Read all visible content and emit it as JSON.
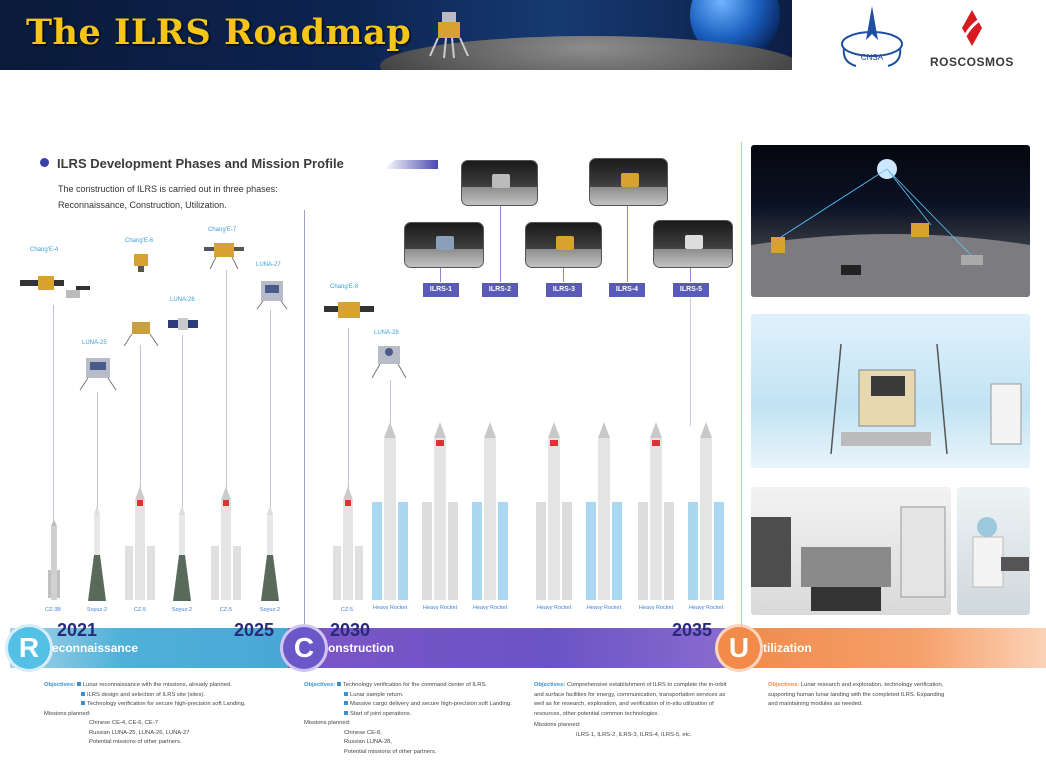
{
  "header": {
    "title": "The ILRS Roadmap",
    "roscosmos_label": "ROSCOSMOS",
    "cnsa_label": "CNSA"
  },
  "section": {
    "heading": "ILRS Development Phases and Mission Profile",
    "intro_line1": "The construction of ILRS is carried out in three phases:",
    "intro_line2": "Reconnaissance, Construction, Utilization."
  },
  "phase1_crafts": [
    "Chang'E-4",
    "Chang'E-6",
    "Chang'E-7",
    "LUNA-27",
    "LUNA-26",
    "LUNA-25"
  ],
  "phase1_rockets": [
    "CZ-3B",
    "Soyuz-2",
    "CZ-5",
    "Soyuz-2",
    "CZ-5",
    "Soyuz-2"
  ],
  "phase2_crafts": [
    "Chang'E-8",
    "LUNA-28"
  ],
  "phase2_rockets": [
    "CZ-5",
    "Heavy Rocket",
    "Heavy Rocket",
    "Heavy Rocket",
    "Heavy Rocket",
    "Heavy Rocket",
    "Heavy Rocket",
    "Heavy Rocket"
  ],
  "ilrs_missions": [
    "ILRS-1",
    "ILRS-2",
    "ILRS-3",
    "ILRS-4",
    "ILRS-5"
  ],
  "timeline": {
    "years": [
      "2021",
      "2025",
      "2030",
      "2035"
    ],
    "phases": [
      {
        "letter": "R",
        "label": "econnaissance",
        "color": "#4aa7d6"
      },
      {
        "letter": "C",
        "label": "onstruction",
        "color": "#6a54c4"
      },
      {
        "letter": "U",
        "label": "tilization",
        "color": "#f08a4b"
      }
    ]
  },
  "reconnaissance": {
    "objectives_label": "Objectives:",
    "objectives": [
      "Lunar reconnaissance with the missions, already planned.",
      "ILRS design and selection of ILRS site (sites).",
      "Technology verification for secure high-precision soft Landing."
    ],
    "missions_label": "Missions planned:",
    "missions": [
      "Chinese CE-4, CE-6, CE-7",
      "Russian LUNA-25, LUNA-26, LUNA-27",
      "Potential missions of other partners."
    ]
  },
  "construction": {
    "objectives_label": "Objectives:",
    "objectives": [
      "Technology verification for the command center of ILRS.",
      "Lunar sample return.",
      "Massive cargo delivery and secure high-precision soft Landing.",
      "Start of joint operations."
    ],
    "missions_label": "Missions planned:",
    "missions": [
      "Chinese CE-8,",
      "Russian LUNA-28,",
      "Potential missions of other partners."
    ]
  },
  "construction2": {
    "objectives_label": "Objectives:",
    "objectives_text": "Comprehensive establishment of ILRS to complete the in-orbit and surface facilities for energy, communication, transportation services as well as for research, exploration, and verification of in-situ utilization of resources, other potential common technologies.",
    "missions_label": "Missions planned:",
    "missions": "ILRS-1, ILRS-2, ILRS-3, ILRS-4, ILRS-5, etc."
  },
  "utilization": {
    "objectives_label": "Objectives:",
    "objectives_text": "Lunar research and exploration, technology verification, supporting human lunar landing with the completed ILRS. Expanding and maintaining modules as needed."
  },
  "colors": {
    "title": "#f5c518",
    "reconnaissance": "#4aa7d6",
    "construction": "#6a54c4",
    "utilization": "#f08a4b",
    "ilrs_tag": "#5a5ab8"
  }
}
